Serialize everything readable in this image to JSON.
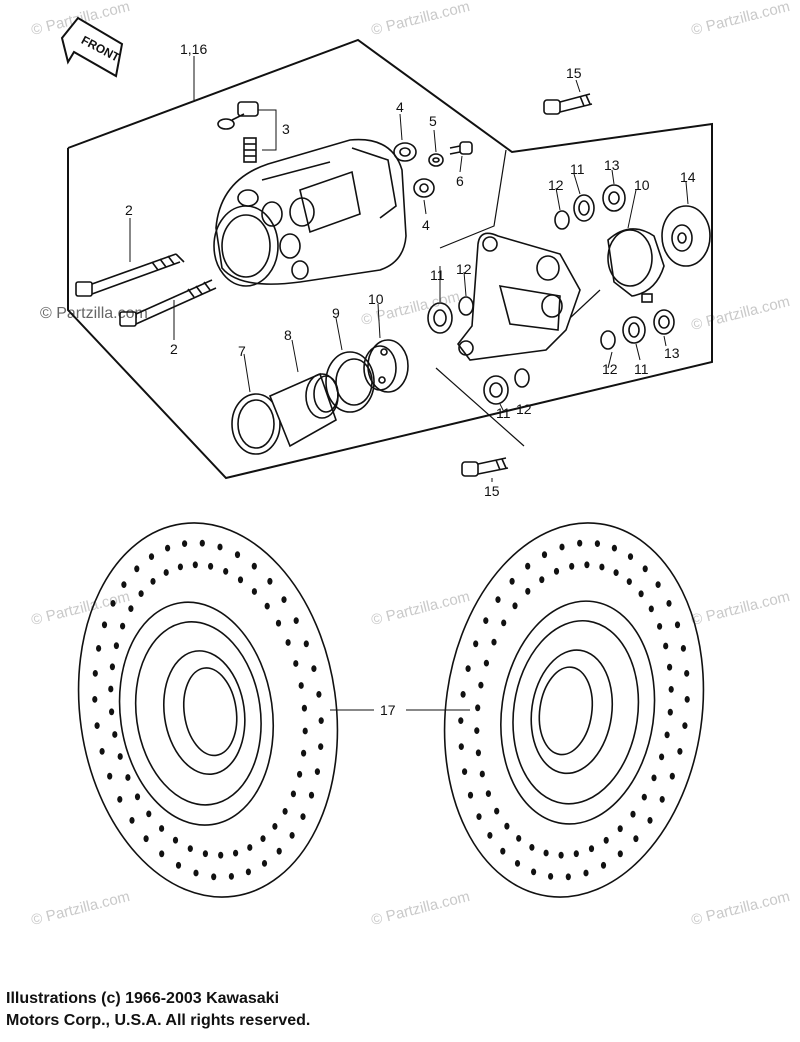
{
  "front_label": "FRONT",
  "watermark_text": "© Partzilla.com",
  "callouts": {
    "c1_16": "1,16",
    "c2a": "2",
    "c2b": "2",
    "c3": "3",
    "c4a": "4",
    "c4b": "4",
    "c5": "5",
    "c6": "6",
    "c7": "7",
    "c8": "8",
    "c9": "9",
    "c10a": "10",
    "c10b": "10",
    "c11a": "11",
    "c11b": "11",
    "c11c": "11",
    "c11d": "11",
    "c12a": "12",
    "c12b": "12",
    "c12c": "12",
    "c12d": "12",
    "c13a": "13",
    "c13b": "13",
    "c14": "14",
    "c15a": "15",
    "c15b": "15",
    "c17": "17"
  },
  "copyright": {
    "line1": "Illustrations (c) 1966-2003 Kawasaki",
    "line2": "Motors Corp., U.S.A.  All rights reserved."
  }
}
